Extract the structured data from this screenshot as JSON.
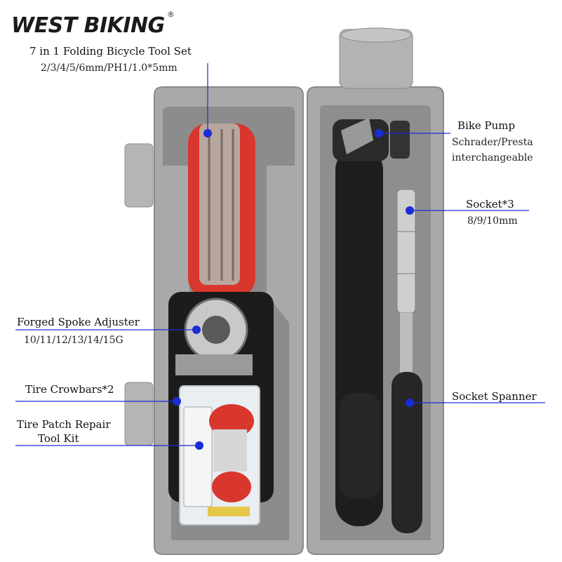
{
  "brand": {
    "name": "WEST BIKING",
    "registered_mark": "®"
  },
  "callouts": [
    {
      "id": "folding-tool",
      "title": "7 in 1 Folding Bicycle Tool Set",
      "detail": "2/3/4/5/6mm/PH1/1.0*5mm"
    },
    {
      "id": "bike-pump",
      "title": "Bike Pump",
      "detail": [
        "Schrader/Presta",
        "interchangeable"
      ]
    },
    {
      "id": "socket",
      "title": "Socket*3",
      "detail": "8/9/10mm"
    },
    {
      "id": "spoke-adjuster",
      "title": "Forged Spoke Adjuster",
      "detail": "10/11/12/13/14/15G"
    },
    {
      "id": "tire-crowbars",
      "title": "Tire Crowbars*2"
    },
    {
      "id": "socket-spanner",
      "title": "Socket Spanner"
    },
    {
      "id": "patch-kit",
      "title": [
        "Tire Patch Repair",
        "Tool Kit"
      ]
    }
  ],
  "colors": {
    "case_gray": "#a7a7a7",
    "case_dark": "#8d8d8d",
    "tool_red": "#d9372d",
    "marker_blue": "#1a2cd6",
    "pump_black": "#1e1e1e"
  }
}
